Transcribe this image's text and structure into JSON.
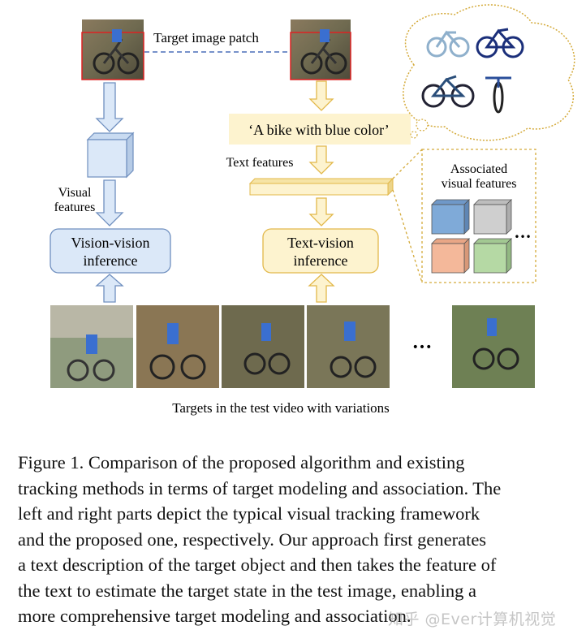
{
  "figure": {
    "labels": {
      "target_patch": "Target image patch",
      "text_desc": "‘A bike with blue color’",
      "text_features": "Text features",
      "visual_features_line1": "Visual",
      "visual_features_line2": "features",
      "vv_line1": "Vision-vision",
      "vv_line2": "inference",
      "tv_line1": "Text-vision",
      "tv_line2": "inference",
      "assoc_line1": "Associated",
      "assoc_line2": "visual features",
      "assoc_dots": "•••",
      "frames_dots": "•••",
      "frames_caption": "Targets in the test video with variations"
    },
    "colors": {
      "blue_fill": "#dbe8f8",
      "blue_stroke": "#6f8fbf",
      "yellow_fill": "#fdf3cf",
      "yellow_stroke": "#e2b84a",
      "cube_blue": "#7faad8",
      "cube_gray": "#cfcfcf",
      "cube_orange": "#f4b89a",
      "cube_green": "#b5d9a4"
    }
  },
  "caption": {
    "line1": "Figure 1. Comparison of the proposed algorithm and existing",
    "line2": "tracking methods in terms of target modeling and association. The",
    "line3": "left and right parts depict the typical visual tracking framework",
    "line4": "and the proposed one, respectively.  Our approach first generates",
    "line5": "a text description of the target object and then takes the feature of",
    "line6": "the text to estimate the target state in the test image, enabling a",
    "line7": "more comprehensive target modeling and association."
  },
  "watermark": "知乎 @Ever计算机视觉"
}
